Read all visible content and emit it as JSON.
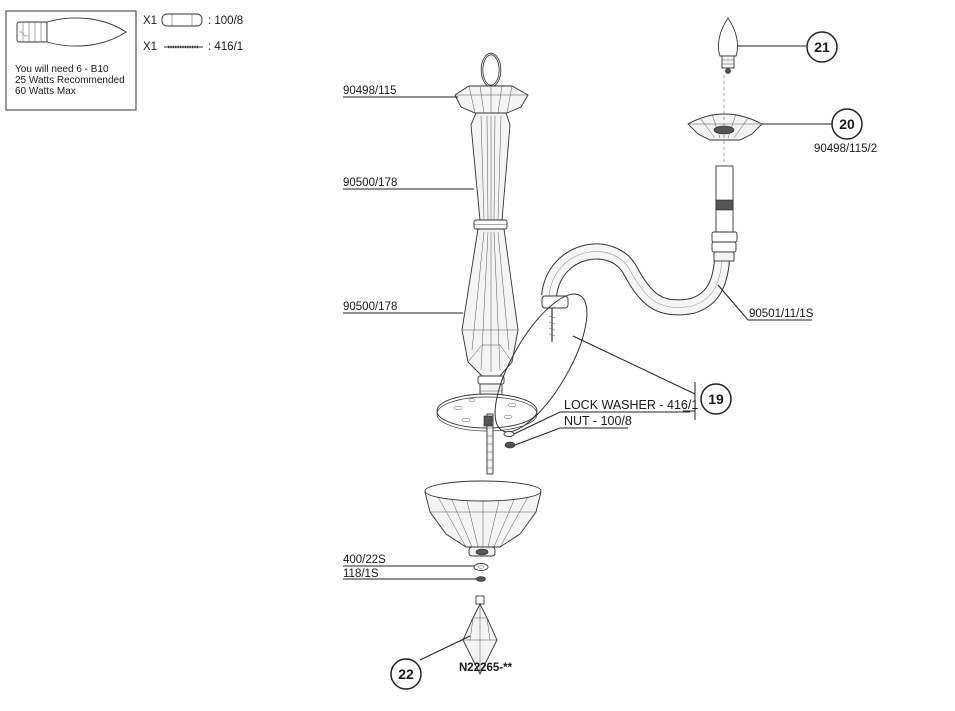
{
  "bulb_box": {
    "line1": "You will need 6 - B10",
    "line2": "25 Watts Recommended",
    "line3": "60 Watts Max"
  },
  "hardware": [
    {
      "qty": "X1",
      "code": ": 100/8",
      "icon": "nut-icon"
    },
    {
      "qty": "X1",
      "code": ": 416/1",
      "icon": "rod-icon"
    }
  ],
  "labels": {
    "top_cap": "90498/115",
    "stem_upper": "90500/178",
    "stem_lower": "90500/178",
    "arm": "90501/11/1S",
    "cup_code": "90498/115/2",
    "lock_washer": "LOCK WASHER - 416/1",
    "nut": "NUT - 100/8",
    "bottom_washer": "400/22S",
    "bottom_nut": "118/1S",
    "crystal": "N22265-**"
  },
  "callouts": {
    "bulb": "21",
    "cup": "20",
    "assembly": "19",
    "crystal": "22"
  }
}
